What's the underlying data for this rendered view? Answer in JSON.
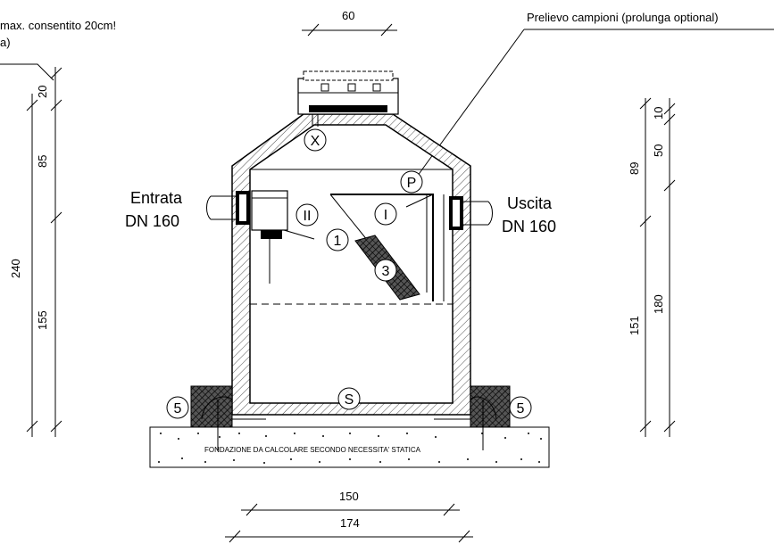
{
  "notes": {
    "top_left_line1": "max. consentito 20cm!",
    "top_left_line2": "a)",
    "sampling": "Prelievo campioni (prolunga optional)"
  },
  "inlet": {
    "line1": "Entrata",
    "line2": "DN 160"
  },
  "outlet": {
    "line1": "Uscita",
    "line2": "DN 160"
  },
  "foundation_text": "FONDAZIONE DA CALCOLARE SECONDO NECESSITA' STATICA",
  "markers": {
    "x": "X",
    "p": "P",
    "i": "I",
    "ii": "II",
    "one": "1",
    "three": "3",
    "s": "S",
    "five_left": "5",
    "five_right": "5"
  },
  "dimensions": {
    "top_width": "60",
    "left_20": "20",
    "left_85": "85",
    "left_240": "240",
    "left_155": "155",
    "right_10": "10",
    "right_50": "50",
    "right_89": "89",
    "right_180": "180",
    "right_151": "151",
    "bottom_150": "150",
    "bottom_174": "174"
  }
}
